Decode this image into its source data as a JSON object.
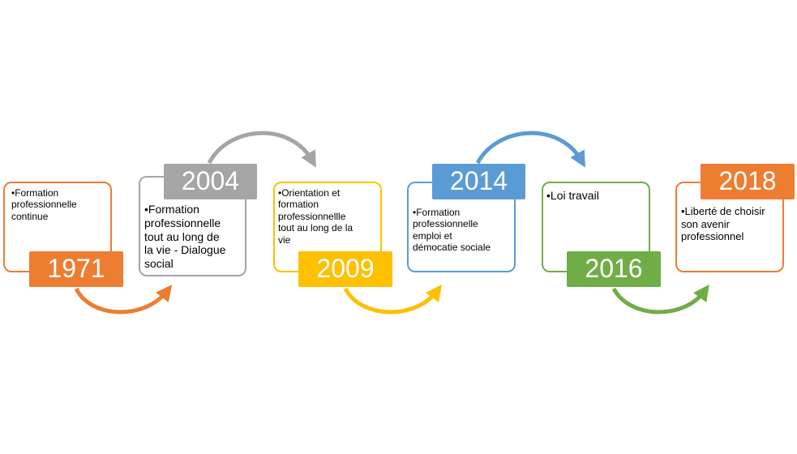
{
  "timeline": {
    "steps": [
      {
        "year": "1971",
        "text": "•Formation\nprofessionnelle\ncontinue",
        "color": "#ED7D31"
      },
      {
        "year": "2004",
        "text": "•Formation\nprofessionnelle\ntout au  long de\nla vie - Dialogue\nsocial",
        "color": "#A5A5A5"
      },
      {
        "year": "2009",
        "text": "•Orientation et\nformation\nprofessionnellle\ntout au long de la\nvie",
        "color": "#FFC000"
      },
      {
        "year": "2014",
        "text": "•Formation\nprofessionnelle\nemploi et\ndémocatie sociale",
        "color": "#5B9BD5"
      },
      {
        "year": "2016",
        "text": "•Loi  travail",
        "color": "#70AD47"
      },
      {
        "year": "2018",
        "text": "•Liberté de choisir\nson avenir\nprofessionnel",
        "color": "#ED7D31"
      }
    ]
  }
}
